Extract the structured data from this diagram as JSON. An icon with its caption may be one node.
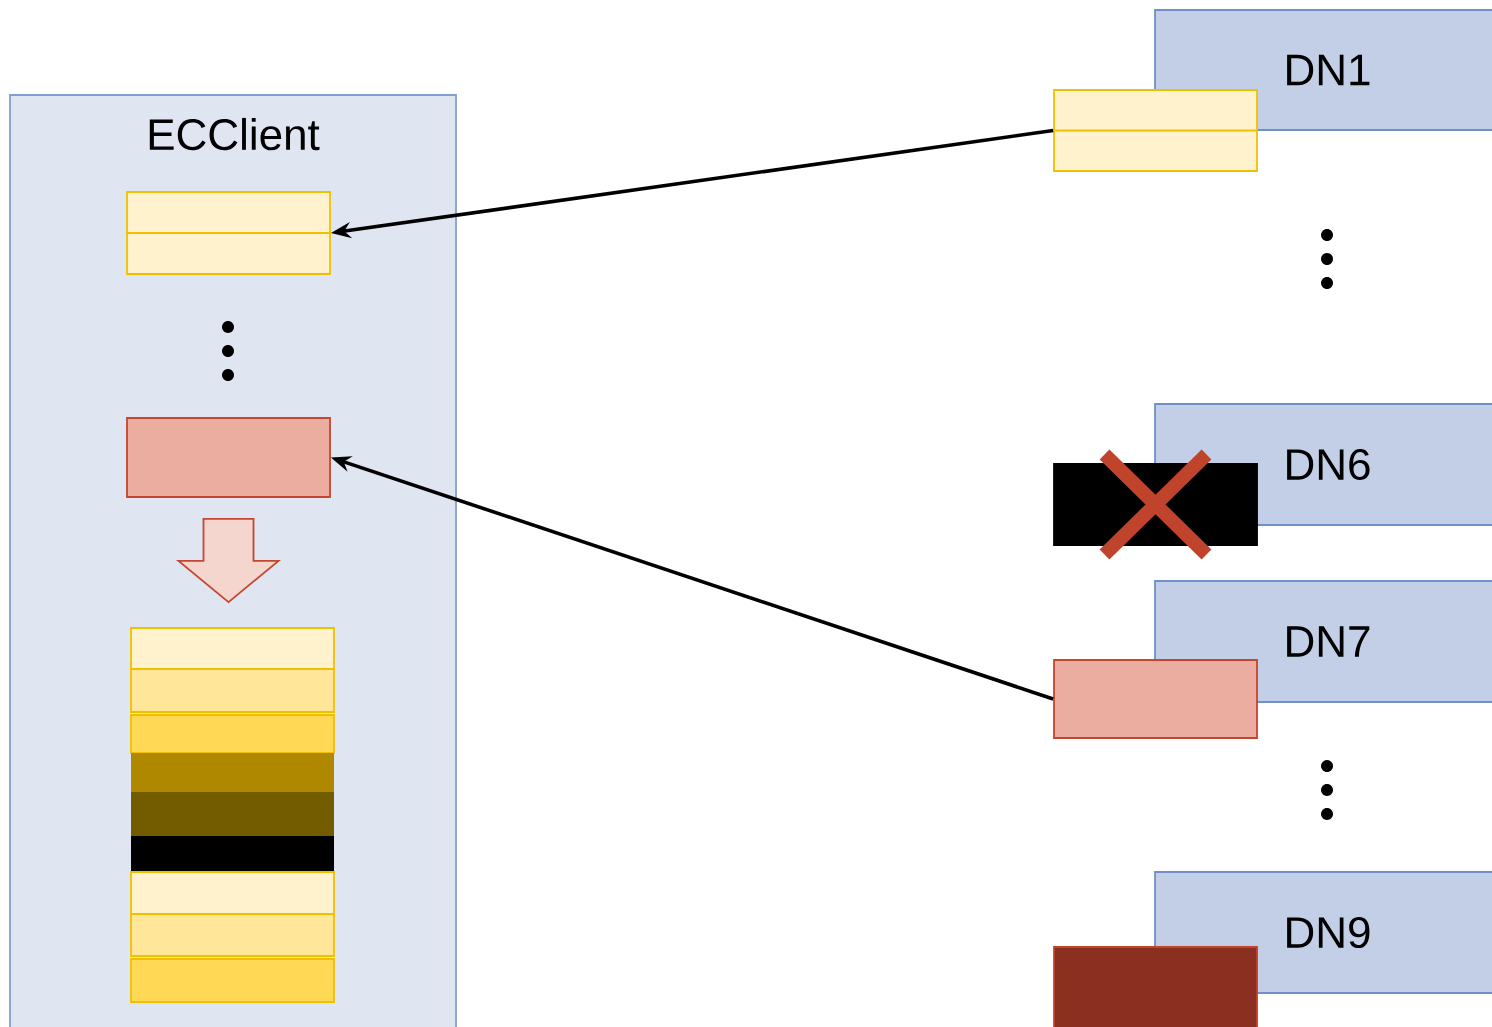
{
  "diagram": {
    "nodes": [
      {
        "text": [
          "ECClient"
        ]
      },
      {
        "text": [],
        "shape": "box",
        "in": 0
      },
      {
        "text": [],
        "shape": "box",
        "in": 0
      },
      {
        "text": [],
        "shape": "bar",
        "in": 0
      },
      {
        "text": [
          "DN1"
        ]
      },
      {
        "text": [],
        "shape": "box"
      },
      {
        "text": [
          "DN6"
        ]
      },
      {
        "text": [],
        "shape": "box"
      },
      {
        "text": [
          "DN7"
        ]
      },
      {
        "text": [],
        "shape": "box"
      },
      {
        "text": [
          "DN9"
        ]
      },
      {
        "text": [],
        "shape": "box"
      }
    ],
    "edges": [
      {
        "from": 5,
        "to": 1,
        "arrow": "to"
      },
      {
        "from": 9,
        "to": 2,
        "arrow": "to"
      },
      {
        "from": 2,
        "to": 3,
        "arrow": "to",
        "color": "#c5452f"
      }
    ]
  }
}
